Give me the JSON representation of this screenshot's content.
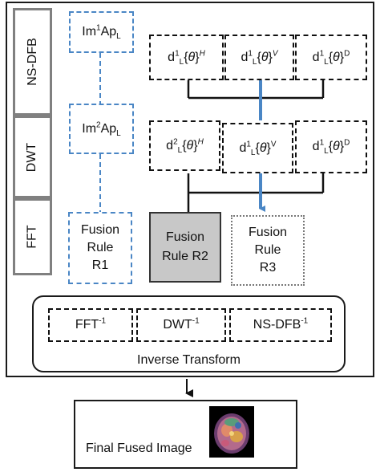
{
  "side_labels": [
    "NS-DFB",
    "DWT",
    "FFT"
  ],
  "approx": [
    {
      "base": "Im",
      "sup": "1",
      "mid": "Ap",
      "sub": "L"
    },
    {
      "base": "Im",
      "sup": "2",
      "mid": "Ap",
      "sub": "L"
    }
  ],
  "fusion_rule_1": [
    "Fusion",
    "Rule",
    "R1"
  ],
  "fusion_rule_2": [
    "Fusion",
    "Rule R2"
  ],
  "fusion_rule_3": [
    "Fusion",
    "Rule",
    "R3"
  ],
  "detail_row_1": [
    {
      "base": "d",
      "sup": "1",
      "sub": "L",
      "theta": "θ",
      "dir": "H"
    },
    {
      "base": "d",
      "sup": "1",
      "sub": "L",
      "theta": "θ",
      "dir": "V"
    },
    {
      "base": "d",
      "sup": "1",
      "sub": "L",
      "theta": "θ",
      "dir": "D"
    }
  ],
  "detail_row_2": [
    {
      "base": "d",
      "sup": "2",
      "sub": "L",
      "theta": "θ",
      "dir": "H"
    },
    {
      "base": "d",
      "sup": "1",
      "sub": "L",
      "theta": "θ",
      "dir": "V"
    },
    {
      "base": "d",
      "sup": "1",
      "sub": "L",
      "theta": "θ",
      "dir": "D"
    }
  ],
  "inverse": {
    "items": [
      {
        "name": "FFT",
        "sup": "-1"
      },
      {
        "name": "DWT",
        "sup": "-1"
      },
      {
        "name": "NS-DFB",
        "sup": "-1"
      }
    ],
    "label": "Inverse Transform"
  },
  "final_label": "Final Fused Image",
  "colors": {
    "blue": "#4a86c5",
    "gray_fill": "#c8c8c8",
    "arrow_blue": "#4a86c5"
  }
}
